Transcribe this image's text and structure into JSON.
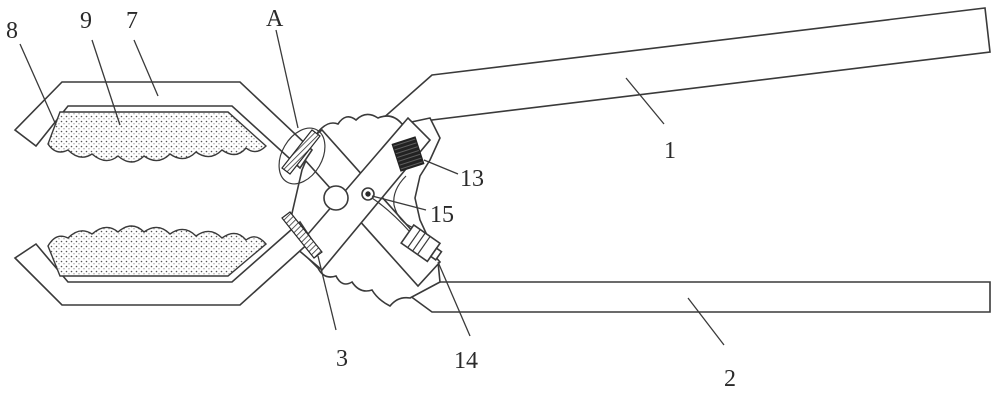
{
  "labels": {
    "l1": "1",
    "l2": "2",
    "l3": "3",
    "l7": "7",
    "l8": "8",
    "l9": "9",
    "lA": "A",
    "l13": "13",
    "l14": "14",
    "l15": "15"
  },
  "colors": {
    "line": "#3a3a3a",
    "text": "#2a2a2a",
    "background": "#ffffff"
  }
}
